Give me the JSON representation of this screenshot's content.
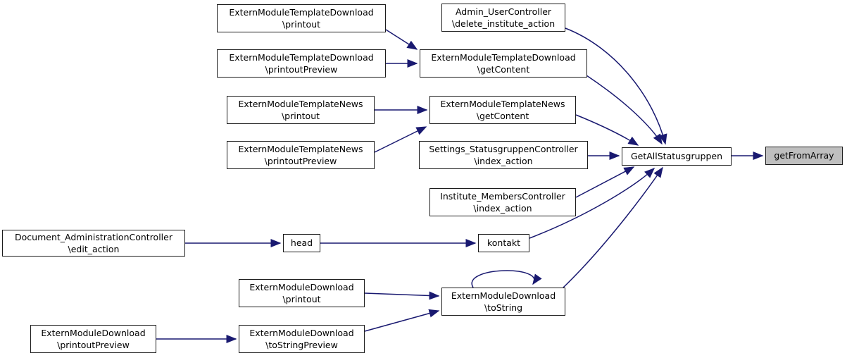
{
  "graph": {
    "type": "caller-graph",
    "colors": {
      "edge": "#191970",
      "node_fill": "#ffffff",
      "node_border": "#1c1c1c",
      "highlight_fill": "#bfbfbf",
      "background": "#ffffff"
    },
    "nodes": [
      {
        "id": "extern_module_template_download_printout",
        "line1": "ExternModuleTemplateDownload",
        "line2": "\\printout"
      },
      {
        "id": "admin_user_controller_delete_institute_action",
        "line1": "Admin_UserController",
        "line2": "\\delete_institute_action"
      },
      {
        "id": "extern_module_template_download_printout_preview",
        "line1": "ExternModuleTemplateDownload",
        "line2": "\\printoutPreview"
      },
      {
        "id": "extern_module_template_download_get_content",
        "line1": "ExternModuleTemplateDownload",
        "line2": "\\getContent"
      },
      {
        "id": "extern_module_template_news_printout",
        "line1": "ExternModuleTemplateNews",
        "line2": "\\printout"
      },
      {
        "id": "extern_module_template_news_get_content",
        "line1": "ExternModuleTemplateNews",
        "line2": "\\getContent"
      },
      {
        "id": "extern_module_template_news_printout_preview",
        "line1": "ExternModuleTemplateNews",
        "line2": "\\printoutPreview"
      },
      {
        "id": "settings_statusgruppen_controller_index_action",
        "line1": "Settings_StatusgruppenController",
        "line2": "\\index_action"
      },
      {
        "id": "get_all_statusgruppen",
        "line1": "GetAllStatusgruppen"
      },
      {
        "id": "get_from_array",
        "line1": "getFromArray",
        "highlighted": true
      },
      {
        "id": "institute_members_controller_index_action",
        "line1": "Institute_MembersController",
        "line2": "\\index_action"
      },
      {
        "id": "document_administration_controller_edit_action",
        "line1": "Document_AdministrationController",
        "line2": "\\edit_action"
      },
      {
        "id": "head",
        "line1": "head"
      },
      {
        "id": "kontakt",
        "line1": "kontakt"
      },
      {
        "id": "extern_module_download_printout",
        "line1": "ExternModuleDownload",
        "line2": "\\printout"
      },
      {
        "id": "extern_module_download_to_string",
        "line1": "ExternModuleDownload",
        "line2": "\\toString"
      },
      {
        "id": "extern_module_download_printout_preview",
        "line1": "ExternModuleDownload",
        "line2": "\\printoutPreview"
      },
      {
        "id": "extern_module_download_to_string_preview",
        "line1": "ExternModuleDownload",
        "line2": "\\toStringPreview"
      }
    ],
    "edges": [
      {
        "from": "ExternModuleTemplateDownload\\printout",
        "to": "ExternModuleTemplateDownload\\getContent"
      },
      {
        "from": "ExternModuleTemplateDownload\\printoutPreview",
        "to": "ExternModuleTemplateDownload\\getContent"
      },
      {
        "from": "Admin_UserController\\delete_institute_action",
        "to": "GetAllStatusgruppen"
      },
      {
        "from": "ExternModuleTemplateDownload\\getContent",
        "to": "GetAllStatusgruppen"
      },
      {
        "from": "ExternModuleTemplateNews\\printout",
        "to": "ExternModuleTemplateNews\\getContent"
      },
      {
        "from": "ExternModuleTemplateNews\\printoutPreview",
        "to": "ExternModuleTemplateNews\\getContent"
      },
      {
        "from": "ExternModuleTemplateNews\\getContent",
        "to": "GetAllStatusgruppen"
      },
      {
        "from": "Settings_StatusgruppenController\\index_action",
        "to": "GetAllStatusgruppen"
      },
      {
        "from": "Institute_MembersController\\index_action",
        "to": "GetAllStatusgruppen"
      },
      {
        "from": "GetAllStatusgruppen",
        "to": "getFromArray"
      },
      {
        "from": "Document_AdministrationController\\edit_action",
        "to": "head"
      },
      {
        "from": "head",
        "to": "kontakt"
      },
      {
        "from": "kontakt",
        "to": "GetAllStatusgruppen"
      },
      {
        "from": "ExternModuleDownload\\printout",
        "to": "ExternModuleDownload\\toString"
      },
      {
        "from": "ExternModuleDownload\\printoutPreview",
        "to": "ExternModuleDownload\\toStringPreview"
      },
      {
        "from": "ExternModuleDownload\\toStringPreview",
        "to": "ExternModuleDownload\\toString"
      },
      {
        "from": "ExternModuleDownload\\toString",
        "to": "ExternModuleDownload\\toString"
      },
      {
        "from": "ExternModuleDownload\\toString",
        "to": "GetAllStatusgruppen"
      }
    ]
  }
}
